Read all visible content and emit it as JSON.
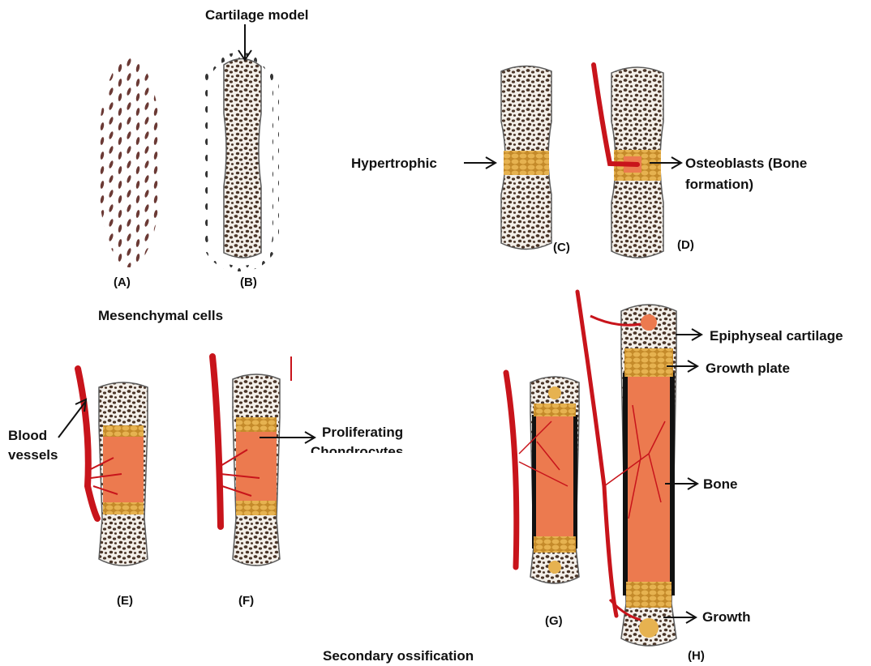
{
  "labels": {
    "cartilage_model": "Cartilage model",
    "hypertrophic": "Hypertrophic",
    "osteoblasts": "Osteoblasts (Bone formation)",
    "osteoblasts_line1": "Osteoblasts (Bone",
    "osteoblasts_line2": "formation)",
    "mesenchymal": "Mesenchymal cells",
    "blood_vessels": "Blood vessels",
    "blood_line1": "Blood",
    "blood_line2": "vessels",
    "proliferating": "Proliferating",
    "proliferating_cut": "Chondrocytes",
    "epiphyseal": "Epiphyseal cartilage",
    "growth_plate": "Growth plate",
    "bone": "Bone",
    "growth": "Growth",
    "secondary": "Secondary ossification"
  },
  "panels": {
    "a": "(A)",
    "b": "(B)",
    "c": "(C)",
    "d": "(D)",
    "e": "(E)",
    "f": "(F)",
    "g": "(G)",
    "h": "(H)"
  },
  "colors": {
    "vessel": "#c8141b",
    "bone": "#ec7a4f",
    "growth_cells": "#d9a03a",
    "cartilage_dots": "#4a3528",
    "outline": "#5a5a5a",
    "text": "#111111"
  }
}
